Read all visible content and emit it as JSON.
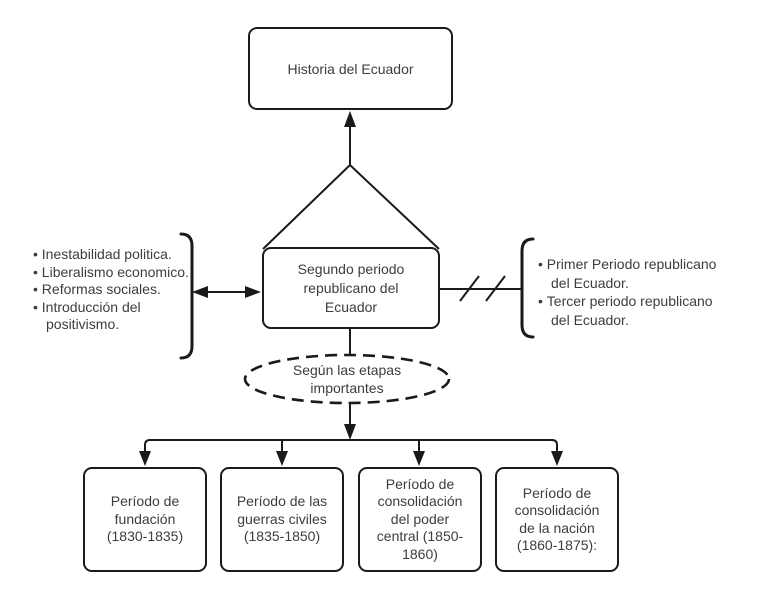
{
  "colors": {
    "stroke": "#1a1a1a",
    "text": "#3d3d3d",
    "bg": "#ffffff"
  },
  "nodes": {
    "historia": {
      "label": "Historia del Ecuador"
    },
    "segundo_periodo": {
      "label": "Segundo periodo republicano del Ecuador"
    },
    "etapas": {
      "label": "Según las etapas importantes"
    },
    "fundacion": {
      "label": "Período de fundación (1830-1835)"
    },
    "guerras": {
      "label": "Período de las guerras civiles (1835-1850)"
    },
    "poder_central": {
      "label": "Período de consolidación del poder central (1850-1860)"
    },
    "nacion": {
      "label": "Período de consolidación de la nación (1860-1875):"
    }
  },
  "left_list": {
    "items": [
      "Inestabilidad politica.",
      "Liberalismo economico.",
      "Reformas sociales.",
      "Introducción del positivismo."
    ]
  },
  "right_list": {
    "items": [
      "Primer Periodo republicano del Ecuador.",
      "Tercer periodo republicano del Ecuador."
    ]
  }
}
